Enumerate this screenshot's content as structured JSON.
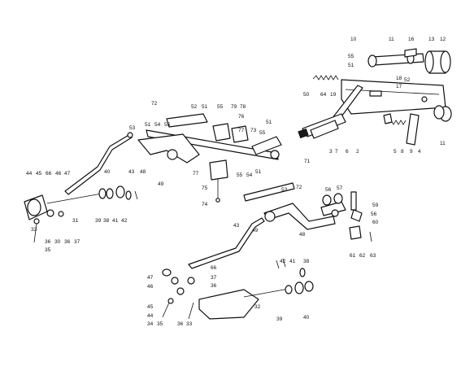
{
  "labels": [
    "10",
    "11",
    "16",
    "13",
    "12",
    "55",
    "51",
    "64",
    "19",
    "18",
    "17",
    "52",
    "50",
    "3",
    "7",
    "6",
    "2",
    "5",
    "8",
    "9",
    "4",
    "11",
    "72",
    "52",
    "51",
    "53",
    "51",
    "54",
    "55",
    "55",
    "79",
    "78",
    "76",
    "77",
    "73",
    "51",
    "55",
    "71",
    "44",
    "45",
    "66",
    "46",
    "47",
    "43",
    "48",
    "49",
    "40",
    "39",
    "38",
    "41",
    "42",
    "31",
    "33",
    "36",
    "30",
    "36",
    "37",
    "35",
    "77",
    "75",
    "74",
    "55",
    "54",
    "51",
    "53",
    "72",
    "56",
    "57",
    "59",
    "56",
    "60",
    "61",
    "62",
    "63",
    "43",
    "49",
    "48",
    "47",
    "46",
    "66",
    "37",
    "36",
    "45",
    "44",
    "34",
    "35",
    "36",
    "33",
    "32",
    "42",
    "41",
    "38",
    "39",
    "40"
  ]
}
